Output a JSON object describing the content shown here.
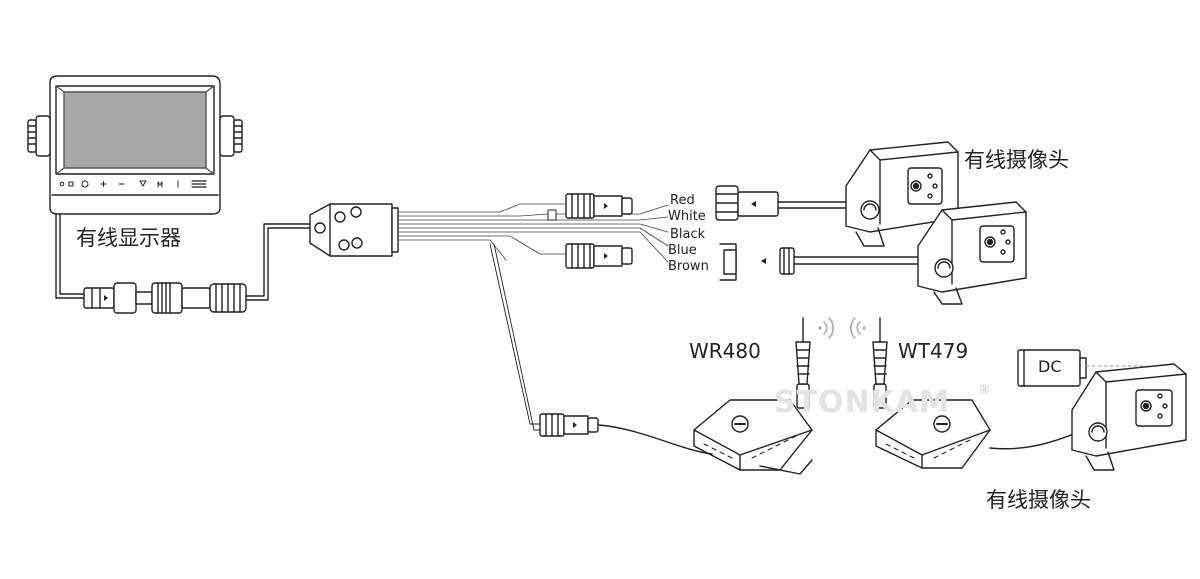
{
  "labels": {
    "monitor": "有线显示器",
    "camera_wired_1": "有线摄像头",
    "camera_wired_2": "有线摄像头",
    "receiver_model": "WR480",
    "transmitter_model": "WT479",
    "dc": "DC",
    "watermark": "STONKAM",
    "registered": "®"
  },
  "wire_colors": [
    "Red",
    "White",
    "Black",
    "Blue",
    "Brown"
  ],
  "icons": [
    "monitor-icon",
    "connector-icon",
    "splitter-box-icon",
    "camera-icon",
    "antenna-icon",
    "wireless-signal-icon",
    "dc-power-icon"
  ]
}
